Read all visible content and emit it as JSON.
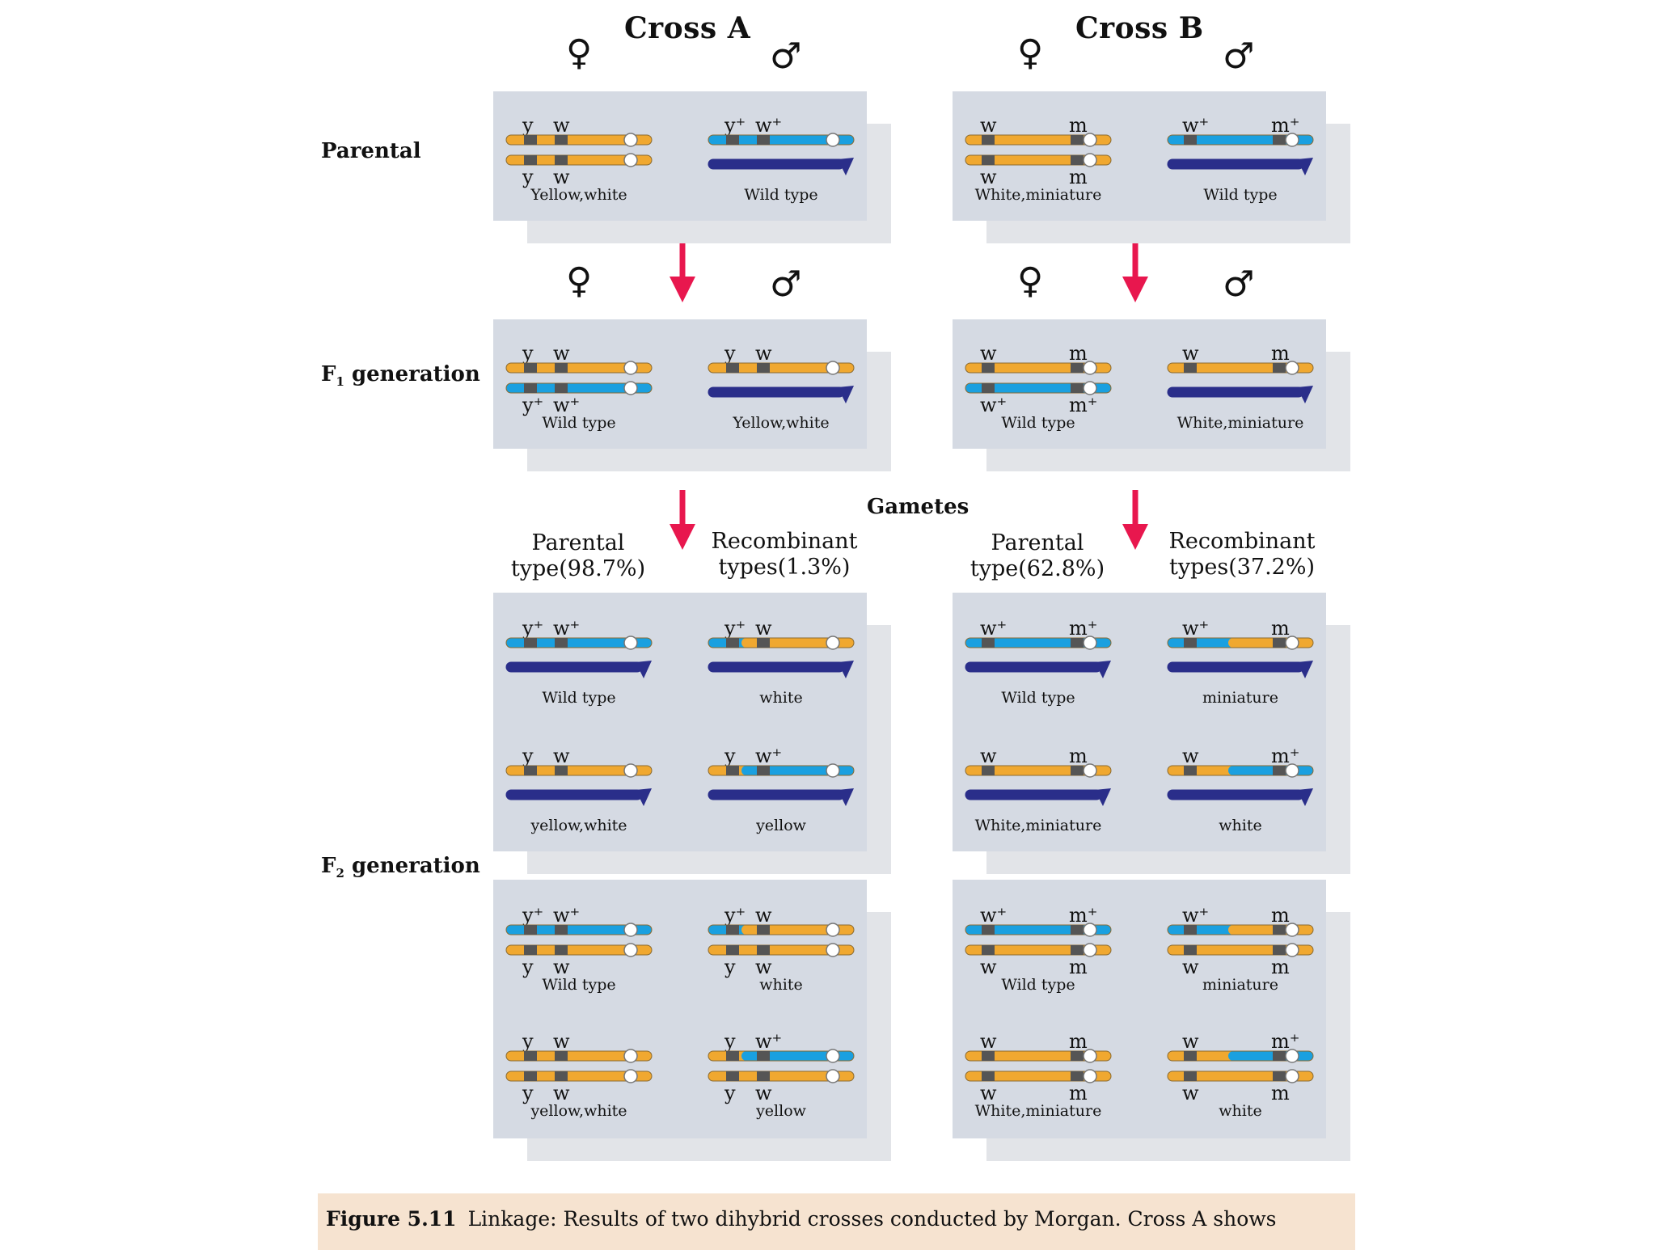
{
  "crosses": [
    {
      "id": "a",
      "title": "Cross A"
    },
    {
      "id": "b",
      "title": "Cross B"
    }
  ],
  "symbols": {
    "female": "♀",
    "male": "♂"
  },
  "row_labels": {
    "parental": "Parental",
    "f1_prefix": "F",
    "f1_sub": "1",
    "f1_suffix": " generation",
    "f2_prefix": "F",
    "f2_sub": "2",
    "f2_suffix": " generation"
  },
  "gametes_heading": "Gametes",
  "gamete_types": {
    "a": {
      "parental": [
        "Parental",
        "type(98.7%)"
      ],
      "recombinant": [
        "Recombinant",
        "types(1.3%)"
      ]
    },
    "b": {
      "parental": [
        "Parental",
        "type(62.8%)"
      ],
      "recombinant": [
        "Recombinant",
        "types(37.2%)"
      ]
    }
  },
  "panels": {
    "a": {
      "parental": {
        "female": {
          "top": "y w",
          "bottom": "y w",
          "caption": "Yellow,white"
        },
        "male": {
          "top": "y⁺ w⁺",
          "caption": "Wild type"
        }
      },
      "f1": {
        "female": {
          "top": "y w",
          "bottom": "y⁺ w⁺",
          "caption": "Wild type"
        },
        "male": {
          "top": "y w",
          "caption": "Yellow,white"
        }
      },
      "f2_male_gametes": [
        {
          "top": "y⁺ w⁺",
          "caption": "Wild type"
        },
        {
          "top": "y⁺ w",
          "caption": "white"
        },
        {
          "top": "y w",
          "caption": "yellow,white"
        },
        {
          "top": "y w⁺",
          "caption": "yellow"
        }
      ],
      "f2_female": [
        {
          "top": "y⁺ w⁺",
          "bottom": "y w",
          "caption": "Wild type"
        },
        {
          "top": "y⁺ w",
          "bottom": "y w",
          "caption": "white"
        },
        {
          "top": "y w",
          "bottom": "y w",
          "caption": "yellow,white"
        },
        {
          "top": "y w⁺",
          "bottom": "y w",
          "caption": "yellow"
        }
      ]
    },
    "b": {
      "parental": {
        "female": {
          "top": "w m",
          "bottom": "w m",
          "caption": "White,miniature"
        },
        "male": {
          "top": "w⁺ m⁺",
          "caption": "Wild type"
        }
      },
      "f1": {
        "female": {
          "top": "w m",
          "bottom": "w⁺ m⁺",
          "caption": "Wild type"
        },
        "male": {
          "top": "w m",
          "caption": "White,miniature"
        }
      },
      "f2_male_gametes": [
        {
          "top": "w⁺ m⁺",
          "caption": "Wild type"
        },
        {
          "top": "w⁺ m",
          "caption": "miniature"
        },
        {
          "top": "w m",
          "caption": "White,miniature"
        },
        {
          "top": "w m⁺",
          "caption": "white"
        }
      ],
      "f2_female": [
        {
          "top": "w⁺ m⁺",
          "bottom": "w m",
          "caption": "Wild type"
        },
        {
          "top": "w⁺ m",
          "bottom": "w m",
          "caption": "miniature"
        },
        {
          "top": "w m",
          "bottom": "w m",
          "caption": "White,miniature"
        },
        {
          "top": "w m⁺",
          "bottom": "w m",
          "caption": "white"
        }
      ]
    }
  },
  "colors": {
    "panel": "#d5dae3",
    "orange": "#f0a830",
    "blue": "#1aa0e0",
    "navy": "#2a2e8a",
    "arrow": "#e8174e",
    "caption_bg": "#f6e3d0"
  },
  "caption": {
    "label": "Figure 5.11",
    "text": "Linkage: Results of two dihybrid crosses conducted by Morgan. Cross A shows"
  }
}
